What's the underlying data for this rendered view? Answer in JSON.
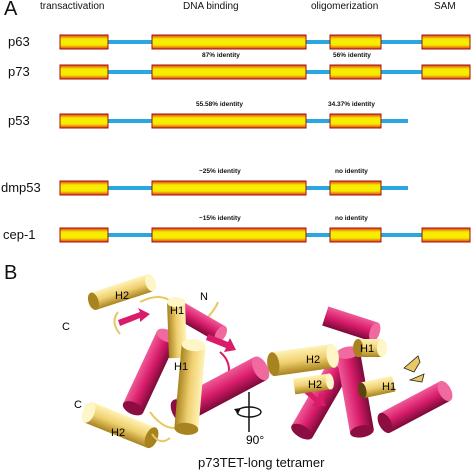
{
  "panel_a": {
    "letter": "A",
    "headers": [
      "transactivation",
      "DNA binding",
      "oligomerization",
      "SAM"
    ],
    "rows": [
      {
        "name": "p63",
        "identity_dbd": "",
        "identity_olig": ""
      },
      {
        "name": "p73",
        "identity_dbd": "87% identity",
        "identity_olig": "56% identity"
      },
      {
        "name": "p53",
        "identity_dbd": "55.58% identity",
        "identity_olig": "34.37% identity"
      },
      {
        "name": "dmp53",
        "identity_dbd": "~25% identity",
        "identity_olig": "no identity"
      },
      {
        "name": "cep-1",
        "identity_dbd": "~15% identity",
        "identity_olig": "no identity"
      }
    ],
    "colors": {
      "domain_fill": "#f5e800",
      "domain_core": "#f2c400",
      "domain_border": "#a01010",
      "domain_glow": "#e84020",
      "linker": "#2aa7e0"
    }
  },
  "panel_b": {
    "letter": "B",
    "labels": {
      "h2_top": "H2",
      "h1_top": "H1",
      "n_top": "N",
      "c_top": "C",
      "h1_mid": "H1",
      "c_bottom": "C",
      "h2_bottom": "H2",
      "h2_right": "H2",
      "h1_right_top": "H1",
      "h2_right_low": "H2",
      "h1_right_low": "H1"
    },
    "rotation": "90°",
    "caption": "p73TET-long tetramer",
    "colors": {
      "helix_yellow": "#f0d878",
      "helix_magenta": "#d81c6a",
      "helix_magenta_dark": "#8c0e40"
    }
  }
}
